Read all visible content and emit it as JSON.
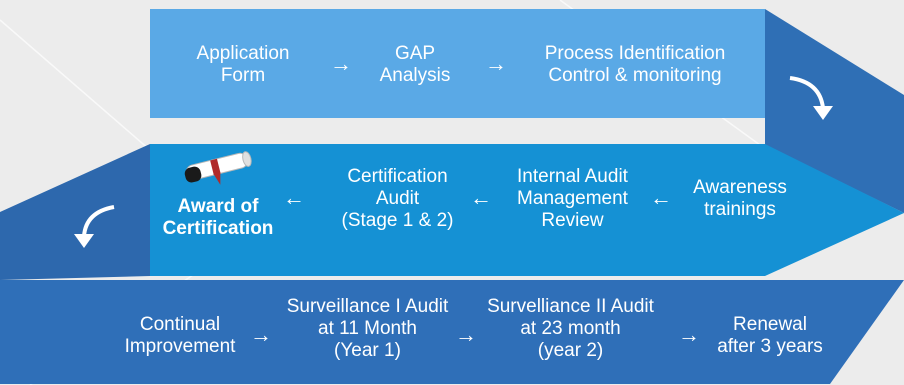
{
  "row1": {
    "steps": [
      {
        "lines": [
          "Application",
          "Form"
        ]
      },
      {
        "lines": [
          "GAP",
          "Analysis"
        ]
      },
      {
        "lines": [
          "Process Identification",
          "Control & monitoring"
        ]
      }
    ]
  },
  "row2": {
    "steps": [
      {
        "lines": [
          "Awareness",
          "trainings"
        ]
      },
      {
        "lines": [
          "Internal Audit",
          "Management",
          "Review"
        ]
      },
      {
        "lines": [
          "Certification",
          "Audit",
          "(Stage 1 & 2)"
        ]
      },
      {
        "lines": [
          "Award of",
          "Certification"
        ]
      }
    ]
  },
  "row3": {
    "steps": [
      {
        "lines": [
          "Continual",
          "Improvement"
        ]
      },
      {
        "lines": [
          "Surveillance I Audit",
          "at 11 Month",
          "(Year 1)"
        ]
      },
      {
        "lines": [
          "Survelliance II Audit",
          "at 23 month",
          "(year 2)"
        ]
      },
      {
        "lines": [
          "Renewal",
          "after 3 years"
        ]
      }
    ]
  },
  "icons": {
    "arrow_right": "→",
    "arrow_left": "←",
    "award": "certificate-scroll-icon",
    "curve": "curved-arrow-icon"
  },
  "colors": {
    "background": "#ececec",
    "row1": "#5aa9e6",
    "row1_fold": "#2f6fb5",
    "row2": "#1591d4",
    "row2_fold": "#2d68ad",
    "row3": "#2f6fb8"
  }
}
